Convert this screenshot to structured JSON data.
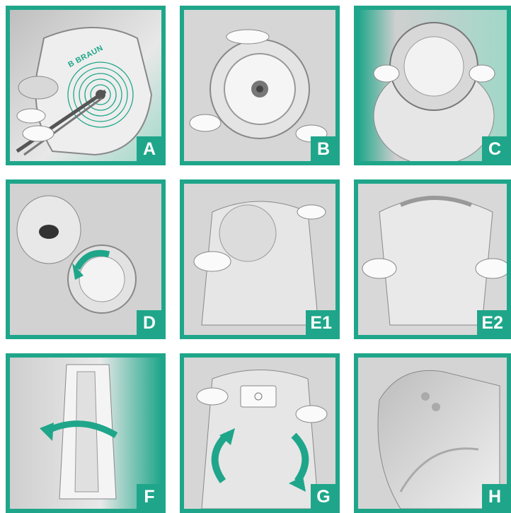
{
  "panels": [
    {
      "label": "A",
      "brand": "B BRAUN"
    },
    {
      "label": "B"
    },
    {
      "label": "C"
    },
    {
      "label": "D"
    },
    {
      "label": "E1"
    },
    {
      "label": "E2"
    },
    {
      "label": "F"
    },
    {
      "label": "G"
    },
    {
      "label": "H"
    }
  ],
  "colors": {
    "accent": "#1fa68a",
    "panel_bg": "#dcdcdc",
    "label_text": "#ffffff"
  }
}
